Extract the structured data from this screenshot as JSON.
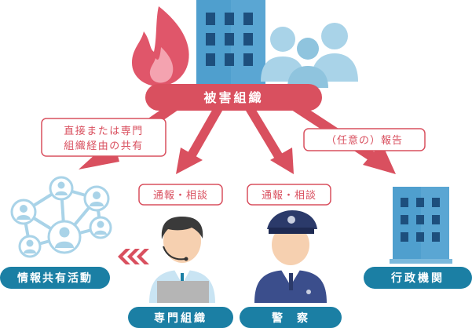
{
  "center": {
    "label": "被害組織"
  },
  "edges": {
    "sharing": {
      "line1": "直接または専門",
      "line2": "組織経由の共有"
    },
    "consult_expert": {
      "label": "通報・相談"
    },
    "consult_police": {
      "label": "通報・相談"
    },
    "report_admin": {
      "label": "（任意の）報告"
    }
  },
  "nodes": {
    "info_sharing": {
      "label": "情報共有活動"
    },
    "expert_org": {
      "label": "専門組織"
    },
    "police": {
      "label": "警　察"
    },
    "admin": {
      "label": "行政機関"
    }
  },
  "colors": {
    "red": "#d9505f",
    "blue": "#1b7fa4",
    "light_blue": "#a9d3e8",
    "building_blue": "#4f9fce"
  }
}
